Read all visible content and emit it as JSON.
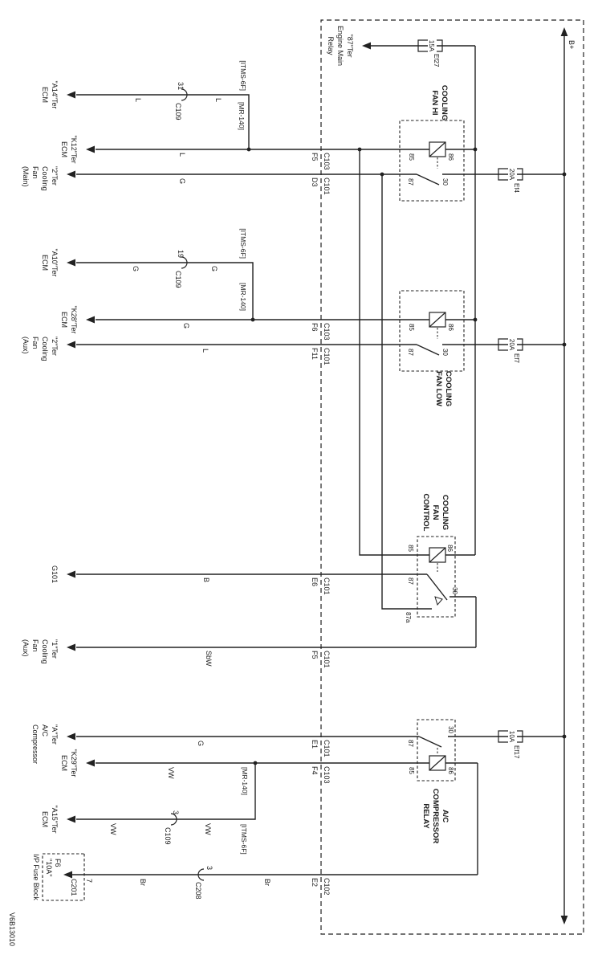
{
  "ink": "#1a1a1a",
  "drawing": {
    "id": "V6B13010"
  },
  "bus": {
    "label": "B+"
  },
  "source": {
    "l1": "\"87\"Ter",
    "l2": "Engine Main",
    "l3": "Relay"
  },
  "fuses": {
    "ef27": {
      "rating": "15A",
      "name": "Ef27"
    },
    "ef4": {
      "rating": "20A",
      "name": "Ef4"
    },
    "ef7": {
      "rating": "20A",
      "name": "Ef7"
    },
    "ef17": {
      "rating": "10A",
      "name": "Ef17"
    }
  },
  "relays": {
    "hi": {
      "l1": "COOLING",
      "l2": "FAN HI"
    },
    "low": {
      "l1": "COOLING",
      "l2": "FAN LOW"
    },
    "ctrl": {
      "l1": "COOLING",
      "l2": "FAN",
      "l3": "CONTROL"
    },
    "ac": {
      "l1": "A/C",
      "l2": "COMPRESSOR",
      "l3": "RELAY"
    }
  },
  "terminals": {
    "t85": "85",
    "t86": "86",
    "t87": "87",
    "t87a": "87a",
    "t30": "30"
  },
  "edge": {
    "f5a": {
      "pin": "F5",
      "name": "C103"
    },
    "d3": {
      "pin": "D3",
      "name": "C101"
    },
    "f6": {
      "pin": "F6",
      "name": "C103"
    },
    "f11": {
      "pin": "F11",
      "name": "C101"
    },
    "e6": {
      "pin": "E6",
      "name": "C101"
    },
    "f5b": {
      "pin": "F5",
      "name": "C101"
    },
    "e1": {
      "pin": "E1",
      "name": "C101"
    },
    "f4": {
      "pin": "F4",
      "name": "C103"
    },
    "e2": {
      "pin": "E2",
      "name": "C102"
    }
  },
  "inline": {
    "c109a": {
      "pin": "31",
      "name": "C109"
    },
    "c109b": {
      "pin": "19",
      "name": "C109"
    },
    "c109c": {
      "pin": "3",
      "name": "C109"
    },
    "c208": {
      "pin": "3",
      "name": "C208"
    }
  },
  "tags": {
    "itms": "[ITMS-6F]",
    "mr": "[MR-140]"
  },
  "colors": {
    "l": "L",
    "g": "G",
    "b": "B",
    "sbw": "SbW",
    "vw": "VW",
    "br": "Br"
  },
  "dest": {
    "a14": {
      "l1": "\"A14\"Ter",
      "l2": "ECM"
    },
    "k12": {
      "l1": "\"K12\"Ter",
      "l2": "ECM"
    },
    "fan_main": {
      "l1": "\"2\"Ter",
      "l2": "Cooling",
      "l3": "Fan",
      "l4": "(Main)"
    },
    "a10": {
      "l1": "\"A10\"Ter",
      "l2": "ECM"
    },
    "k28": {
      "l1": "\"K28\"Ter",
      "l2": "ECM"
    },
    "fan_aux2": {
      "l1": "\"2\"Ter",
      "l2": "Cooling",
      "l3": "Fan",
      "l4": "(Aux)"
    },
    "g101": {
      "l1": "G101"
    },
    "fan_aux1": {
      "l1": "\"1\"Ter",
      "l2": "Cooling",
      "l3": "Fan",
      "l4": "(Aux)"
    },
    "ac_comp": {
      "l1": "\"A\"Ter",
      "l2": "A/C",
      "l3": "Compressor"
    },
    "k29": {
      "l1": "\"K29\"Ter",
      "l2": "ECM"
    },
    "a15": {
      "l1": "\"A15\"Ter",
      "l2": "ECM"
    }
  },
  "ip": {
    "title": "I/P Fuse Block",
    "fuse_l1": "F6",
    "fuse_l2": "\"10A\"",
    "conn": "C201",
    "pin": "7"
  }
}
